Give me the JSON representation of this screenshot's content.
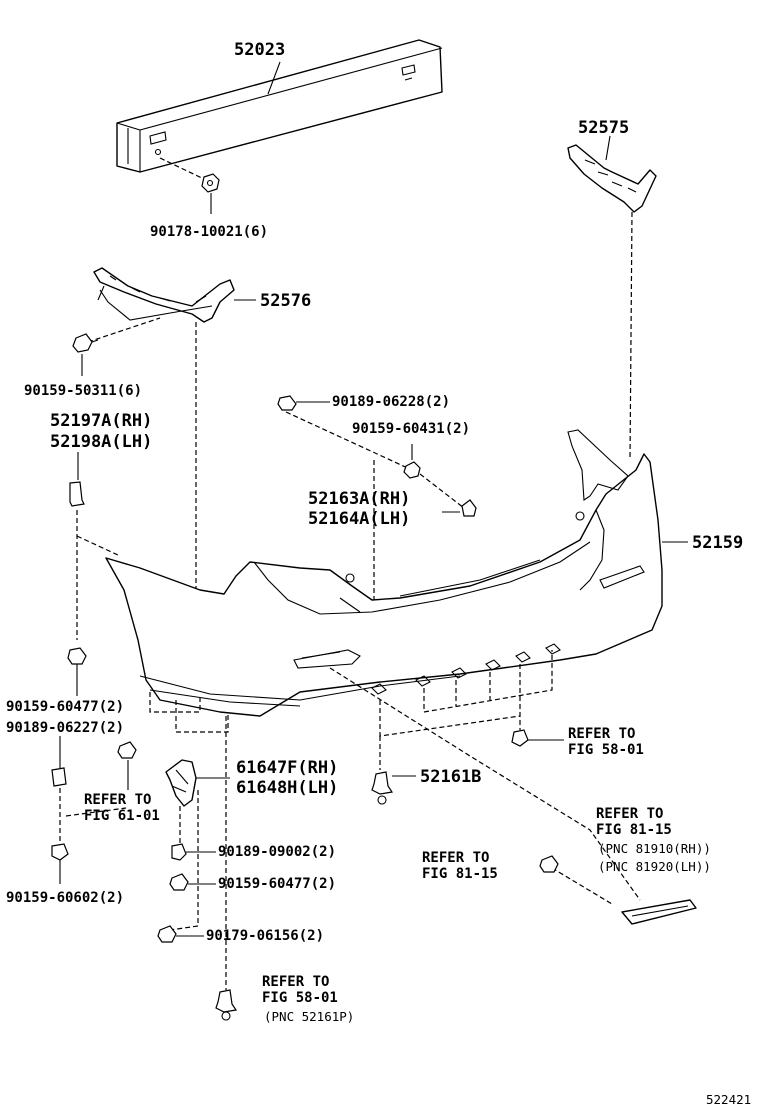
{
  "diagram": {
    "figure_id": "522421",
    "labels": {
      "reinforcement": "52023",
      "nut": "90178-10021(6)",
      "retainer_rh": "52575",
      "retainer_lh": "52576",
      "bolt_a": "90159-50311(6)",
      "side_bracket_rh": "52197A(RH)",
      "side_bracket_lh": "52198A(LH)",
      "grommet": "90189-06228(2)",
      "screw_a": "90159-60431(2)",
      "cover_rh": "52163A(RH)",
      "cover_lh": "52164A(LH)",
      "bumper_cover": "52159",
      "screw_b": "90159-60477(2)",
      "nut_b": "90189-06227(2)",
      "refer_61": "REFER TO",
      "fig_61": "FIG 61-01",
      "screw_c": "90159-60602(2)",
      "bracket_rh": "61647F(RH)",
      "bracket_lh": "61648H(LH)",
      "clip_b": "52161B",
      "refer_58a": "REFER TO",
      "fig_58a": "FIG 58-01",
      "nut_c": "90189-09002(2)",
      "screw_d": "90159-60477(2)",
      "screw_e": "90179-06156(2)",
      "refer_81a": "REFER TO",
      "fig_81a": "FIG 81-15",
      "pnc_81910": "(PNC 81910(RH))",
      "pnc_81920": "(PNC 81920(LH))",
      "refer_81b": "REFER TO",
      "fig_81b": "FIG 81-15",
      "refer_58b": "REFER TO",
      "fig_58b": "FIG 58-01",
      "pnc_52161p": "(PNC 52161P)"
    }
  }
}
